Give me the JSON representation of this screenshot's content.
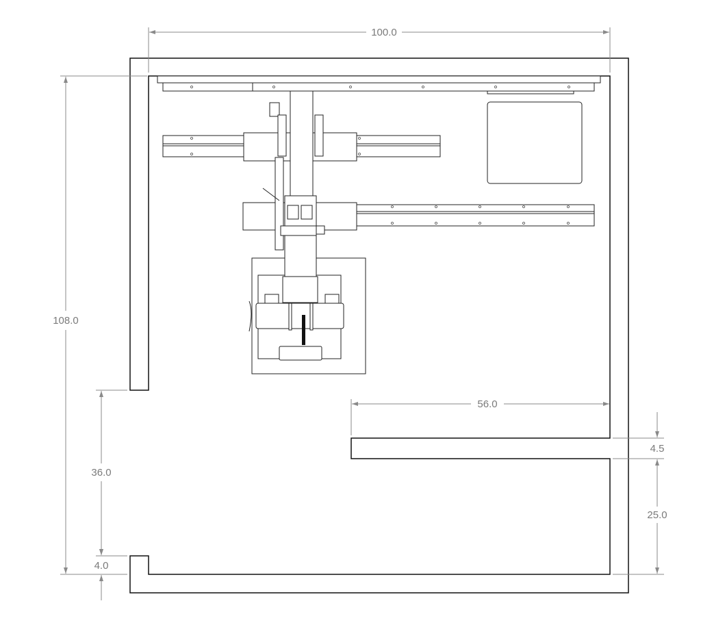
{
  "drawing": {
    "dimensions": {
      "overall_width": "100.0",
      "overall_depth": "108.0",
      "inner_shelf_length": "56.0",
      "left_opening": "36.0",
      "bottom_left_stub": "4.0",
      "shelf_thickness": "4.5",
      "lower_right_bay": "25.0"
    },
    "colors": {
      "line": "#111111",
      "dimension": "#8a8a8a"
    }
  }
}
